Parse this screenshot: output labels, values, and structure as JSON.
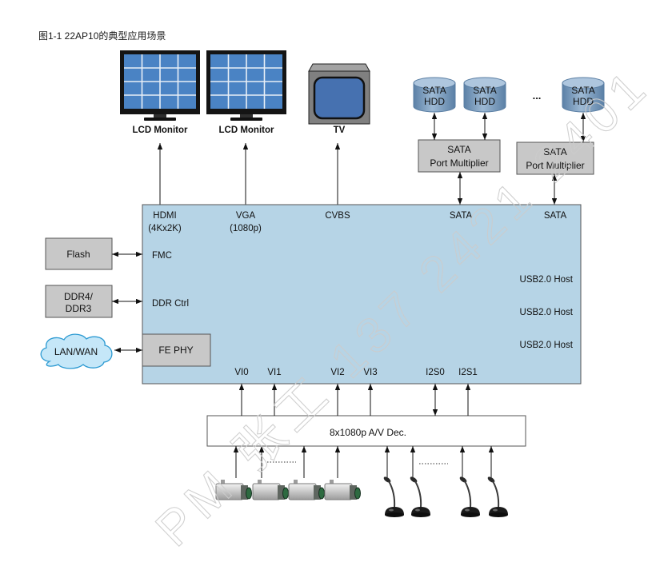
{
  "caption": "图1-1 22AP10的典型应用场景",
  "displays": [
    {
      "label": "LCD Monitor"
    },
    {
      "label": "LCD Monitor"
    },
    {
      "label": "TV"
    }
  ],
  "storage": {
    "hdds": [
      {
        "line1": "SATA",
        "line2": "HDD"
      },
      {
        "line1": "SATA",
        "line2": "HDD"
      },
      {
        "line1": "SATA",
        "line2": "HDD"
      }
    ],
    "ellipsis": "...",
    "port_multipliers": [
      {
        "line1": "SATA",
        "line2": "Port Multiplier"
      },
      {
        "line1": "SATA",
        "line2": "Port Multiplier"
      }
    ]
  },
  "soc": {
    "top_ports": [
      {
        "line1": "HDMI",
        "line2": "(4Kx2K)"
      },
      {
        "line1": "VGA",
        "line2": "(1080p)"
      },
      {
        "line1": "CVBS"
      },
      {
        "line1": "SATA"
      },
      {
        "line1": "SATA"
      }
    ],
    "left_ports": [
      "FMC",
      "DDR Ctrl"
    ],
    "phy": "FE PHY",
    "right_ports": [
      "USB2.0 Host",
      "USB2.0 Host",
      "USB2.0 Host"
    ],
    "bottom_ports": [
      "VI0",
      "VI1",
      "VI2",
      "VI3",
      "I2S0",
      "I2S1"
    ]
  },
  "peripherals": {
    "flash": "Flash",
    "memory": {
      "line1": "DDR4/",
      "line2": "DDR3"
    },
    "network": "LAN/WAN"
  },
  "decoder": "8x1080p A/V Dec.",
  "watermark": "PM 张工 137 2421 2401",
  "icons": {
    "display": "lcd-monitor-icon",
    "tv": "tv-icon",
    "storage": "hdd-cylinder-icon",
    "network": "cloud-icon",
    "video_input": "security-camera-icon",
    "audio_input": "microphone-icon"
  },
  "colors": {
    "soc_block": "#b6d4e6",
    "gray_block": "#c8c8c8",
    "decoder_block": "#ffffff",
    "monitor_screen": "#4a83c4",
    "tv_screen": "#4671b0",
    "hdd_top": "#aec6de",
    "cloud_fill": "#c5e7f8",
    "cloud_outline": "#2c9ad2",
    "watermark": "#cccccc"
  }
}
